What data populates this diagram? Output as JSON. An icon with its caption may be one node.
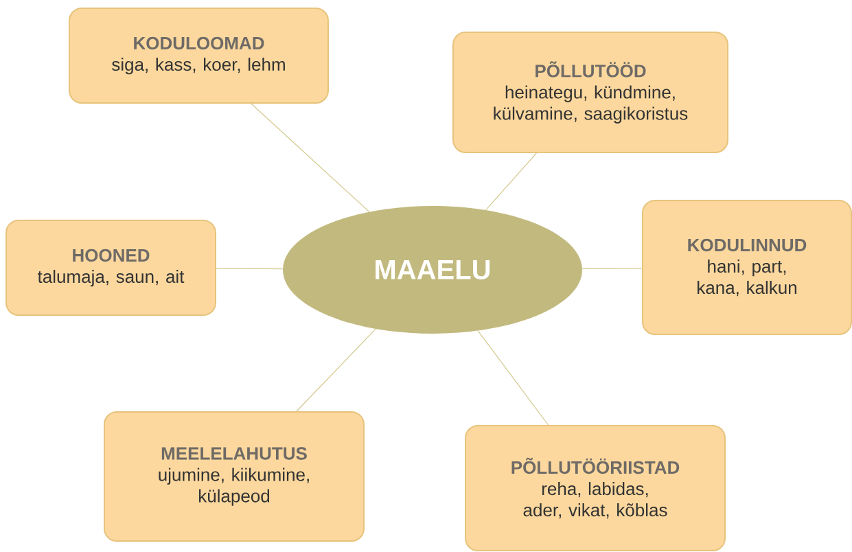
{
  "diagram": {
    "nodes": [
      {
        "text": [
          "MAAELU"
        ]
      },
      {
        "text": [
          "KODULOOMAD",
          "siga, kass, koer, lehm"
        ]
      },
      {
        "text": [
          "PÕLLUTÖÖD",
          "heinategu, kündmine, külvamine, saagikoristus"
        ]
      },
      {
        "text": [
          "HOONED",
          "talumaja, saun, ait"
        ]
      },
      {
        "text": [
          "KODULINNUD",
          "hani, part, kana, kalkun"
        ]
      },
      {
        "text": [
          "MEELELAHUTUS",
          "ujumine, kiikumine, külapeod"
        ]
      },
      {
        "text": [
          "PÕLLUTÖÖRIISTAD",
          "reha, labidas, ader, vikat, kõblas"
        ]
      }
    ],
    "edges": [
      {
        "from": 0,
        "to": 1,
        "arrow": "none"
      },
      {
        "from": 0,
        "to": 2,
        "arrow": "none"
      },
      {
        "from": 0,
        "to": 3,
        "arrow": "none"
      },
      {
        "from": 0,
        "to": 4,
        "arrow": "none"
      },
      {
        "from": 0,
        "to": 5,
        "arrow": "none"
      },
      {
        "from": 0,
        "to": 6,
        "arrow": "none"
      }
    ]
  }
}
